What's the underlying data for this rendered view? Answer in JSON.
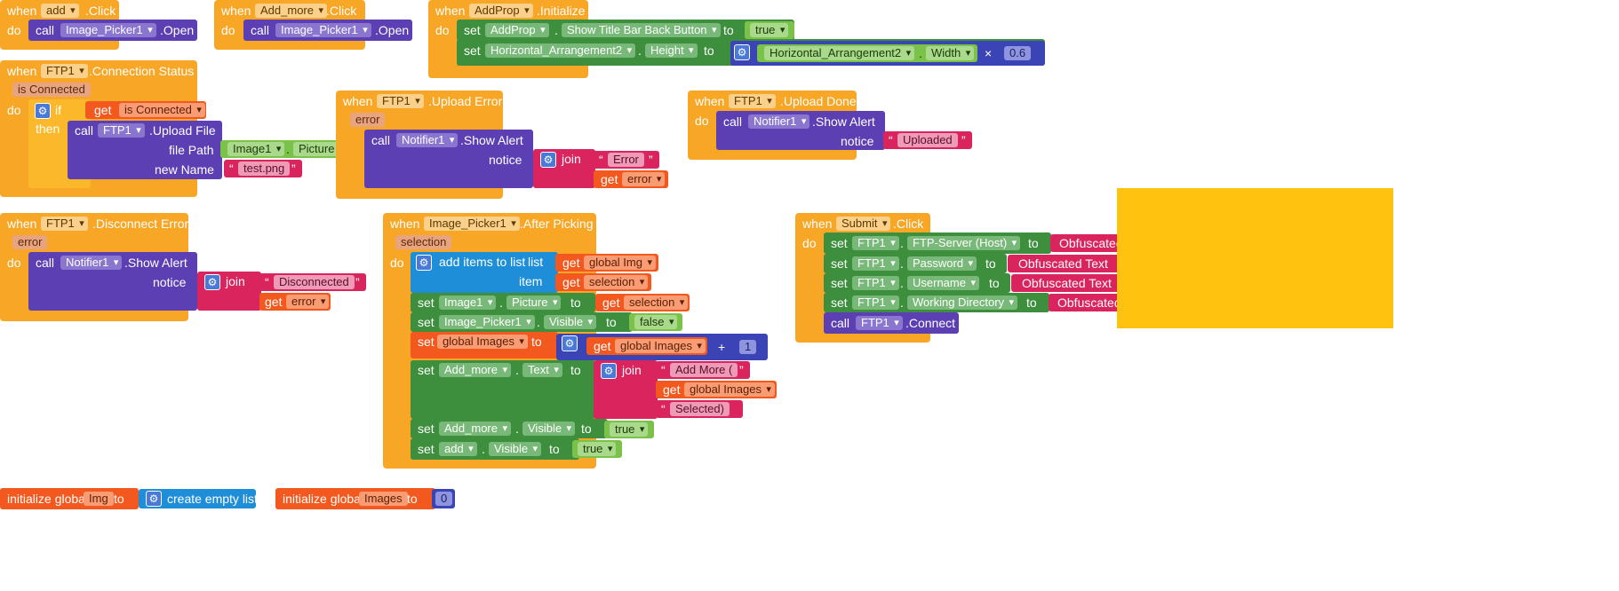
{
  "kw": {
    "when": "when",
    "do": "do",
    "call": "call",
    "set": "set",
    "to": "to",
    "get": "get",
    "if": "if",
    "then": "then",
    "join": "join",
    "q": "“",
    "qe": "”",
    "dot": ".",
    "init": "initialize global",
    "empty_list": "create empty list",
    "add_items": "add items to list",
    "list": "list",
    "item": "item",
    "times": "×",
    "plus": "+"
  },
  "b1": {
    "comp": "add",
    "event": ".Click",
    "target": "Image_Picker1",
    "method": ".Open"
  },
  "b2": {
    "comp": "Add_more",
    "event": ".Click",
    "target": "Image_Picker1",
    "method": ".Open"
  },
  "b3": {
    "comp": "AddProp",
    "event": ".Initialize",
    "s1_comp": "AddProp",
    "s1_prop": "Show Title Bar Back Button",
    "s1_val": "true",
    "s2_comp": "Horizontal_Arrangement2",
    "s2_prop": "Height",
    "s2_ref": "Horizontal_Arrangement2",
    "s2_ref_prop": "Width",
    "s2_num": "0.6"
  },
  "b4": {
    "comp": "FTP1",
    "event": ".Connection Status",
    "param": "is Connected",
    "get_var": "is Connected",
    "target": "FTP1",
    "method": ".Upload File",
    "arg1": "file Path",
    "img": "Image1",
    "img_prop": "Picture",
    "arg2": "new Name",
    "name_val": "test.png"
  },
  "b5": {
    "comp": "FTP1",
    "event": ".Upload Error",
    "param": "error",
    "target": "Notifier1",
    "method": ".Show Alert",
    "arg": "notice",
    "str": "Error",
    "get_var": "error"
  },
  "b6": {
    "comp": "FTP1",
    "event": ".Upload Done",
    "target": "Notifier1",
    "method": ".Show Alert",
    "arg": "notice",
    "str": "Uploaded"
  },
  "b7": {
    "comp": "FTP1",
    "event": ".Disconnect Error",
    "param": "error",
    "target": "Notifier1",
    "method": ".Show Alert",
    "arg": "notice",
    "str": "Disconnected",
    "get_var": "error"
  },
  "b8": {
    "comp": "Image_Picker1",
    "event": ".After Picking",
    "param": "selection",
    "list_var": "global Img",
    "item_var": "selection",
    "s1_comp": "Image1",
    "s1_prop": "Picture",
    "s1_get": "selection",
    "s2_comp": "Image_Picker1",
    "s2_prop": "Visible",
    "s2_val": "false",
    "s3_var": "global Images",
    "s3_get": "global Images",
    "s3_num": "1",
    "s4_comp": "Add_more",
    "s4_prop": "Text",
    "s4_str1": "Add More (",
    "s4_get": "global Images",
    "s4_str2": " Selected)",
    "s5_comp": "Add_more",
    "s5_prop": "Visible",
    "s5_val": "true",
    "s6_comp": "add",
    "s6_prop": "Visible",
    "s6_val": "true"
  },
  "b9": {
    "comp": "Submit",
    "event": ".Click",
    "r1_comp": "FTP1",
    "r1_prop": "FTP-Server (Host)",
    "r1_val": "Obfuscated",
    "r2_comp": "FTP1",
    "r2_prop": "Password",
    "r2_val": "Obfuscated Text",
    "r3_comp": "FTP1",
    "r3_prop": "Username",
    "r3_val": "Obfuscated Text",
    "r4_comp": "FTP1",
    "r4_prop": "Working Directory",
    "r4_val": "Obfuscated",
    "call_comp": "FTP1",
    "call_method": ".Connect"
  },
  "g1": {
    "var": "Img"
  },
  "g2": {
    "var": "Images",
    "num": "0"
  },
  "colors": {
    "event": "#f8a626",
    "component": "#5b3fb3",
    "setter": "#3d8f3d",
    "text": "#d9245d",
    "variable": "#f3591f",
    "list": "#1f8ed9",
    "math": "#3b44b5",
    "overlay": "#ffc20e"
  }
}
